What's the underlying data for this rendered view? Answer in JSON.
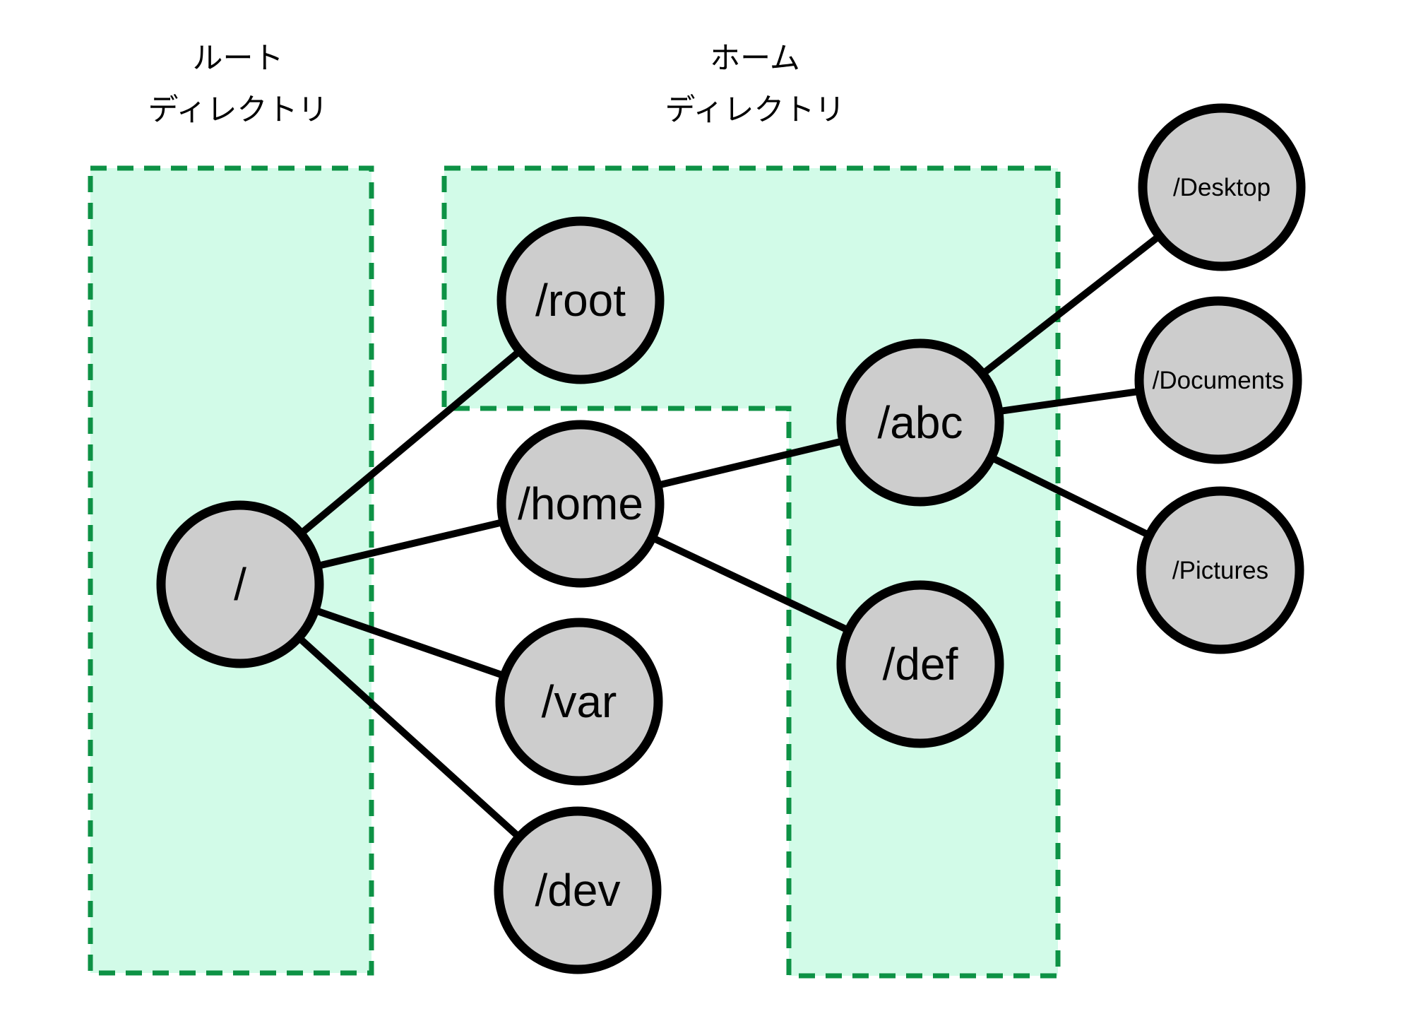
{
  "regions": {
    "root": {
      "title_line1": "ルート",
      "title_line2": "ディレクトリ"
    },
    "home": {
      "title_line1": "ホーム",
      "title_line2": "ディレクトリ"
    }
  },
  "nodes": {
    "slash": {
      "label": "/"
    },
    "root": {
      "label": "/root"
    },
    "home": {
      "label": "/home"
    },
    "var": {
      "label": "/var"
    },
    "dev": {
      "label": "/dev"
    },
    "abc": {
      "label": "/abc"
    },
    "def": {
      "label": "/def"
    },
    "desktop": {
      "label": "/Desktop"
    },
    "documents": {
      "label": "/Documents"
    },
    "pictures": {
      "label": "/Pictures"
    }
  },
  "edges": [
    {
      "from": "/",
      "to": "/root"
    },
    {
      "from": "/",
      "to": "/home"
    },
    {
      "from": "/",
      "to": "/var"
    },
    {
      "from": "/",
      "to": "/dev"
    },
    {
      "from": "/home",
      "to": "/abc"
    },
    {
      "from": "/home",
      "to": "/def"
    },
    {
      "from": "/abc",
      "to": "/Desktop"
    },
    {
      "from": "/abc",
      "to": "/Documents"
    },
    {
      "from": "/abc",
      "to": "/Pictures"
    }
  ],
  "colors": {
    "background": "#ffffff",
    "region_fill": "#d2fbe8",
    "region_border": "#0d9245",
    "node_fill": "#cdcdcd",
    "node_border": "#000000",
    "edge_line": "#000000",
    "label_text": "#000000"
  }
}
